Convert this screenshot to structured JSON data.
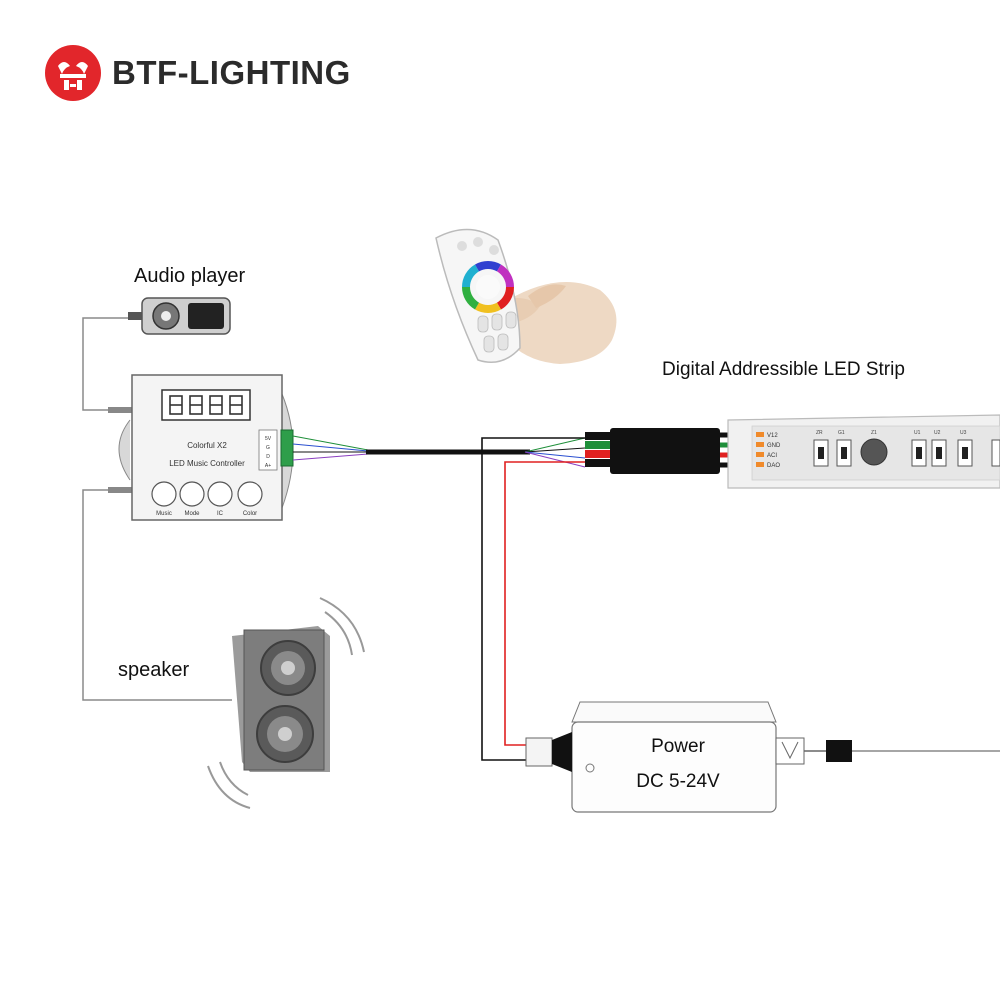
{
  "brand": {
    "name": "BTF-LIGHTING"
  },
  "labels": {
    "audio_player": "Audio player",
    "speaker": "speaker",
    "led_strip": "Digital Addressible LED Strip",
    "power_title": "Power",
    "power_spec": "DC 5-24V"
  },
  "controller": {
    "line1": "Colorful  X2",
    "line2": "LED Music Controller",
    "buttons": [
      "Music",
      "Mode",
      "IC",
      "Color"
    ],
    "pins": [
      "5V",
      "G",
      "D",
      "A+"
    ]
  },
  "strip": {
    "wire_labels": [
      "V12",
      "GND",
      "ACI",
      "DAO"
    ],
    "chip_labels": [
      "ZR",
      "G1",
      "Z1",
      "U1",
      "U2",
      "U3"
    ]
  },
  "colors": {
    "brand_red": "#e2262b",
    "wire_red": "#e02020",
    "wire_black": "#111111",
    "wire_green": "#1f8f3a",
    "wire_blue": "#2a4fd0",
    "wire_purple": "#8a3fc0",
    "outline_gray": "#7a7a7a"
  },
  "icons": {
    "logo": "btf-logo-icon",
    "remote": "rgb-remote-icon",
    "audio": "audio-player-icon",
    "speaker": "speaker-icon"
  }
}
